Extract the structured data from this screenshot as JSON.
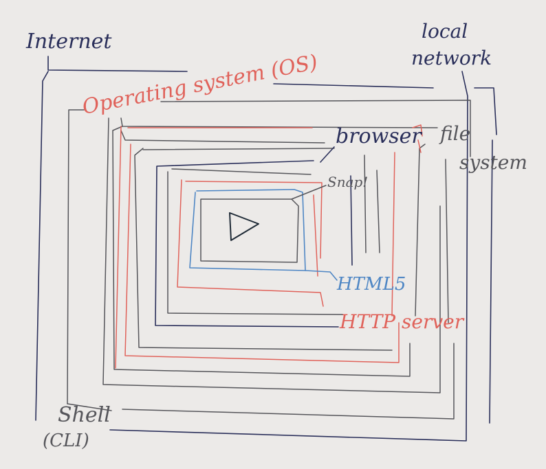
{
  "labels": {
    "internet": "Internet",
    "local_network_line1": "local",
    "local_network_line2": "network",
    "operating_system": "Operating system (OS)",
    "browser": "browser",
    "file_system_line1": "file",
    "file_system_line2": "system",
    "snap": "Snap!",
    "html5": "HTML5",
    "http_server": "HTTP server",
    "shell": "Shell",
    "cli": "(CLI)"
  },
  "icons": {
    "center": "play-icon"
  },
  "colors": {
    "paper": "#eceae8",
    "internet": "#2a2f5a",
    "operating_system": "#e0625a",
    "browser": "#2a2f5a",
    "local_network": "#2a2f5a",
    "file_system": "#55555a",
    "shell": "#55555a",
    "snap": "#55555a",
    "html5": "#4e86c4",
    "http_server": "#e0625a"
  }
}
